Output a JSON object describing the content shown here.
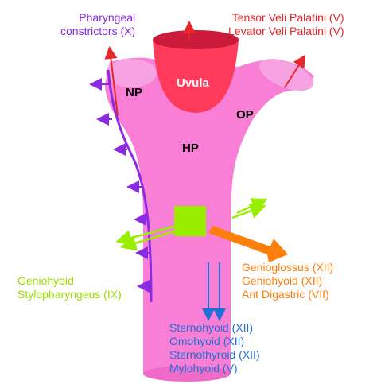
{
  "colors": {
    "pharynx_fill": "#f97fd6",
    "uvula_top": "#cc1a3a",
    "uvula_body": "#ff3a5a",
    "constrictor_purple": "#8a2be2",
    "palatini_red": "#e8262a",
    "hyoid_green": "#99ee00",
    "anterior_orange": "#ff7f0e",
    "depressor_blue": "#1f6fd6"
  },
  "regions": {
    "np": "NP",
    "op": "OP",
    "hp": "HP",
    "uvula": "Uvula"
  },
  "labels": {
    "constrictors": [
      "Pharyngeal",
      "constrictors (X)"
    ],
    "palatini": [
      "Tensor Veli Palatini (V)",
      "Levator Veli Palatini (V)"
    ],
    "geniohyoid_stylo": [
      "Geniohyoid",
      "Stylopharyngeus (IX)"
    ],
    "anterior": [
      "Genioglossus (XII)",
      "Geniohyoid (XII)",
      "Ant Digastric (VII)"
    ],
    "depressors": [
      "Sternohyoid (XII)",
      "Omohyoid (XII)",
      "Sternothyroid (XII)",
      "Mylohyoid (V)"
    ]
  }
}
